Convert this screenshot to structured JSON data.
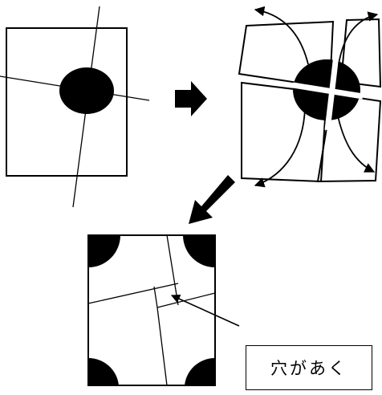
{
  "caption": "穴があく",
  "colors": {
    "ink": "#000000",
    "paper": "#ffffff"
  },
  "steps": [
    {
      "name": "paper-with-circle"
    },
    {
      "name": "paper-cut-and-folded-open"
    },
    {
      "name": "paper-reassembled-with-hole"
    }
  ]
}
